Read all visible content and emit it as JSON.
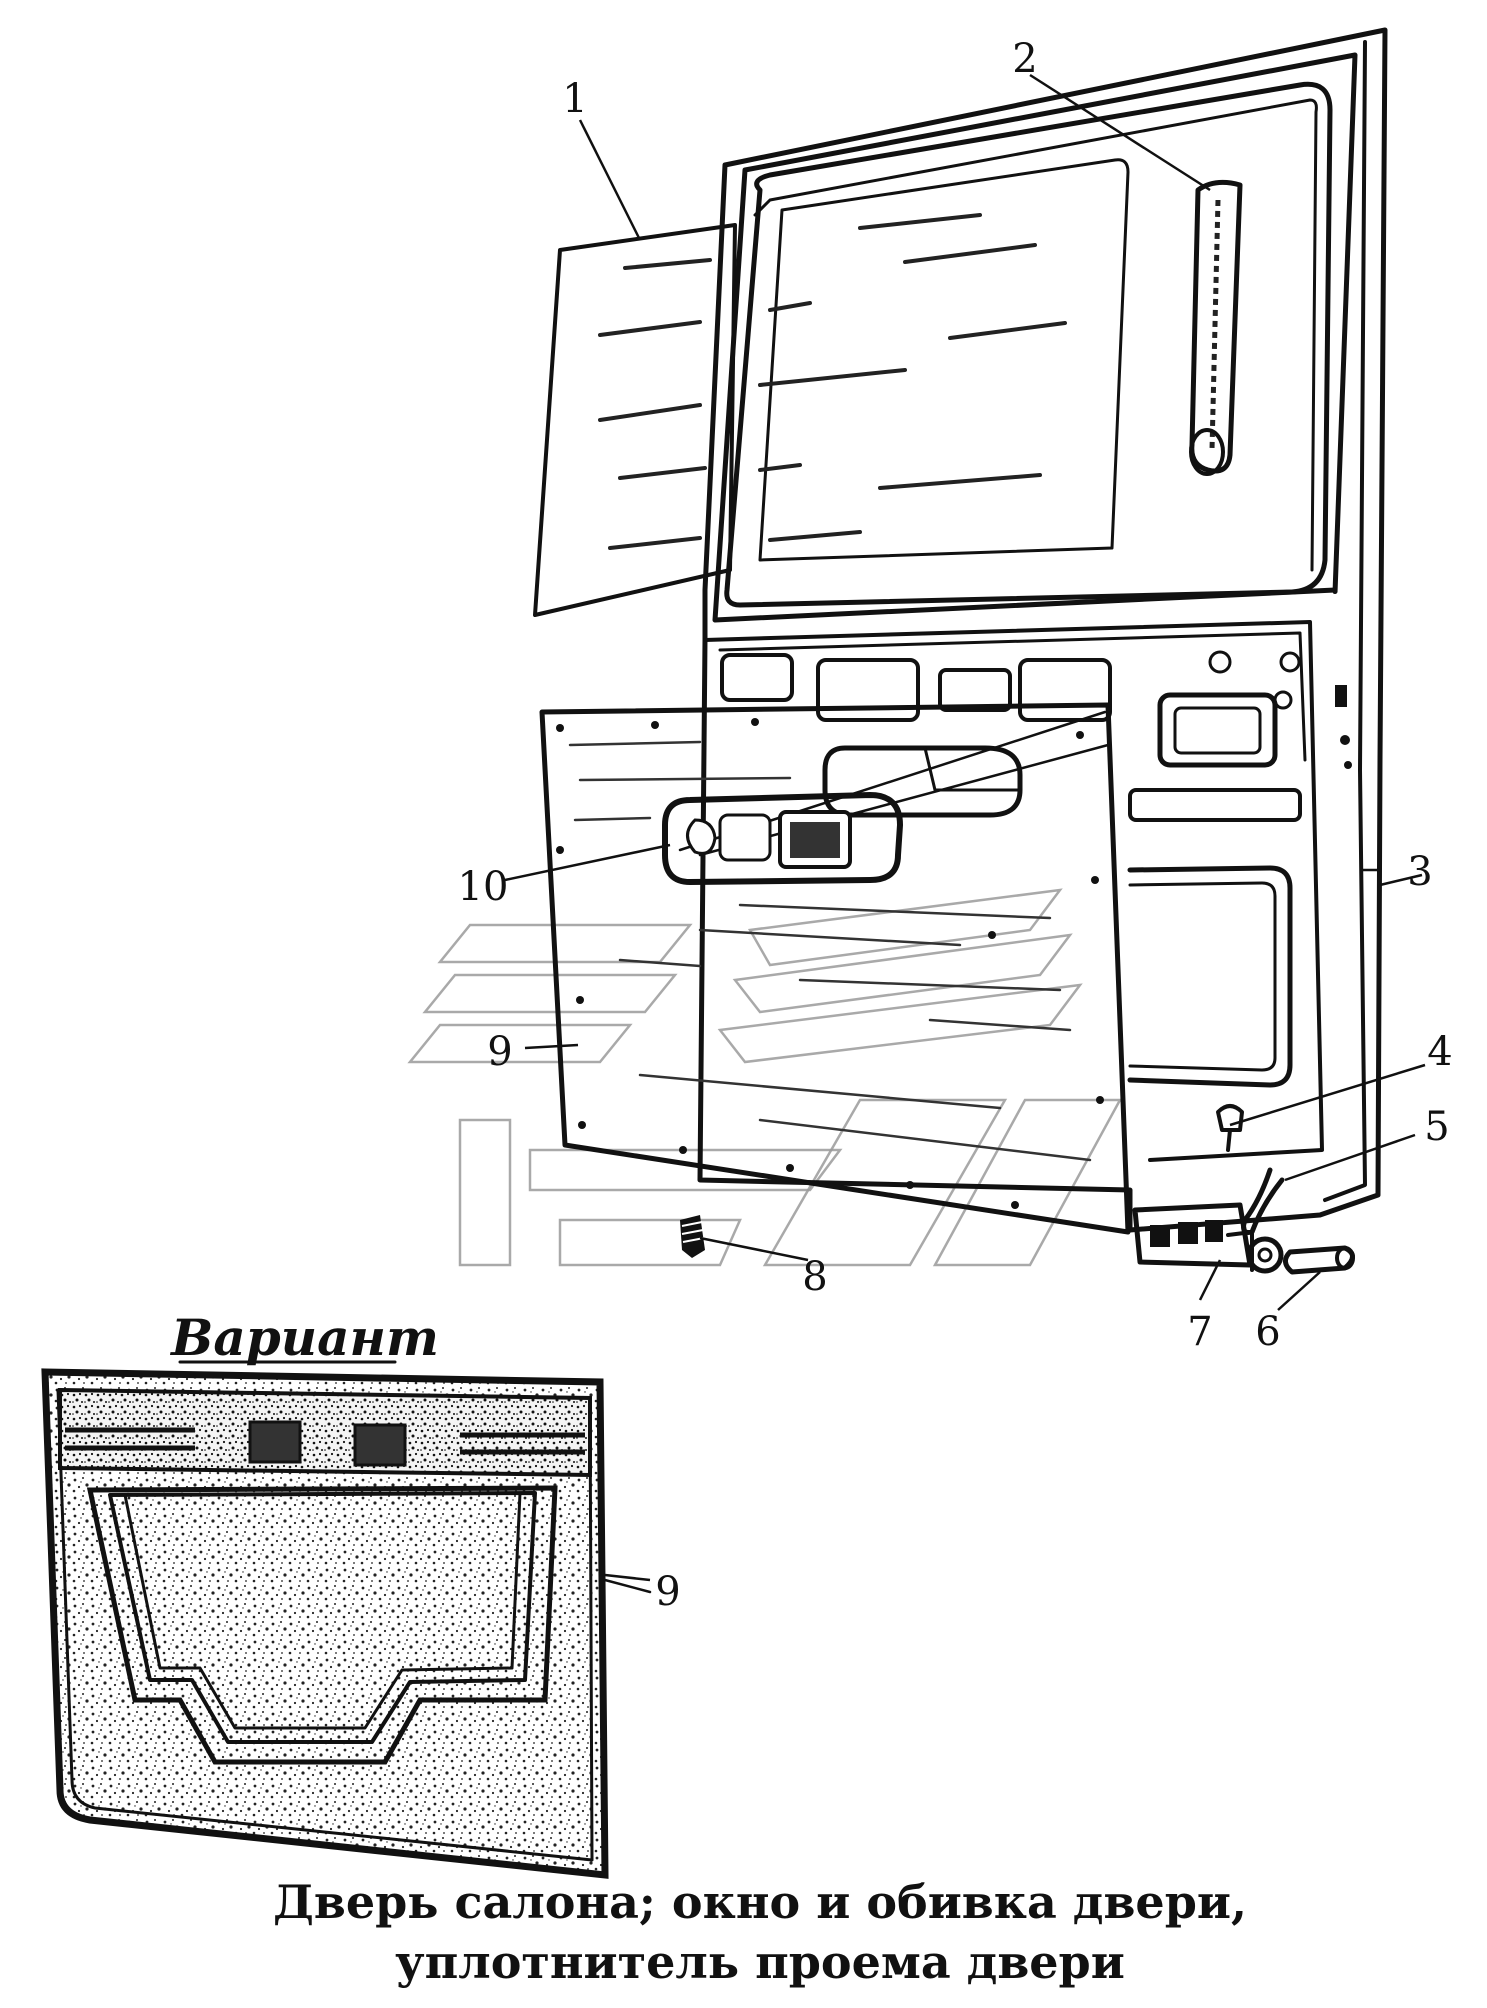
{
  "callouts": {
    "c1": "1",
    "c2": "2",
    "c3": "3",
    "c4": "4",
    "c5": "5",
    "c6": "6",
    "c7": "7",
    "c8": "8",
    "c9": "9",
    "c10": "10",
    "c9_variant": "9"
  },
  "variant": {
    "title": "Вариант"
  },
  "caption": {
    "line1": "Дверь салона; окно и обивка двери,",
    "line2": "уплотнитель проема двери"
  }
}
